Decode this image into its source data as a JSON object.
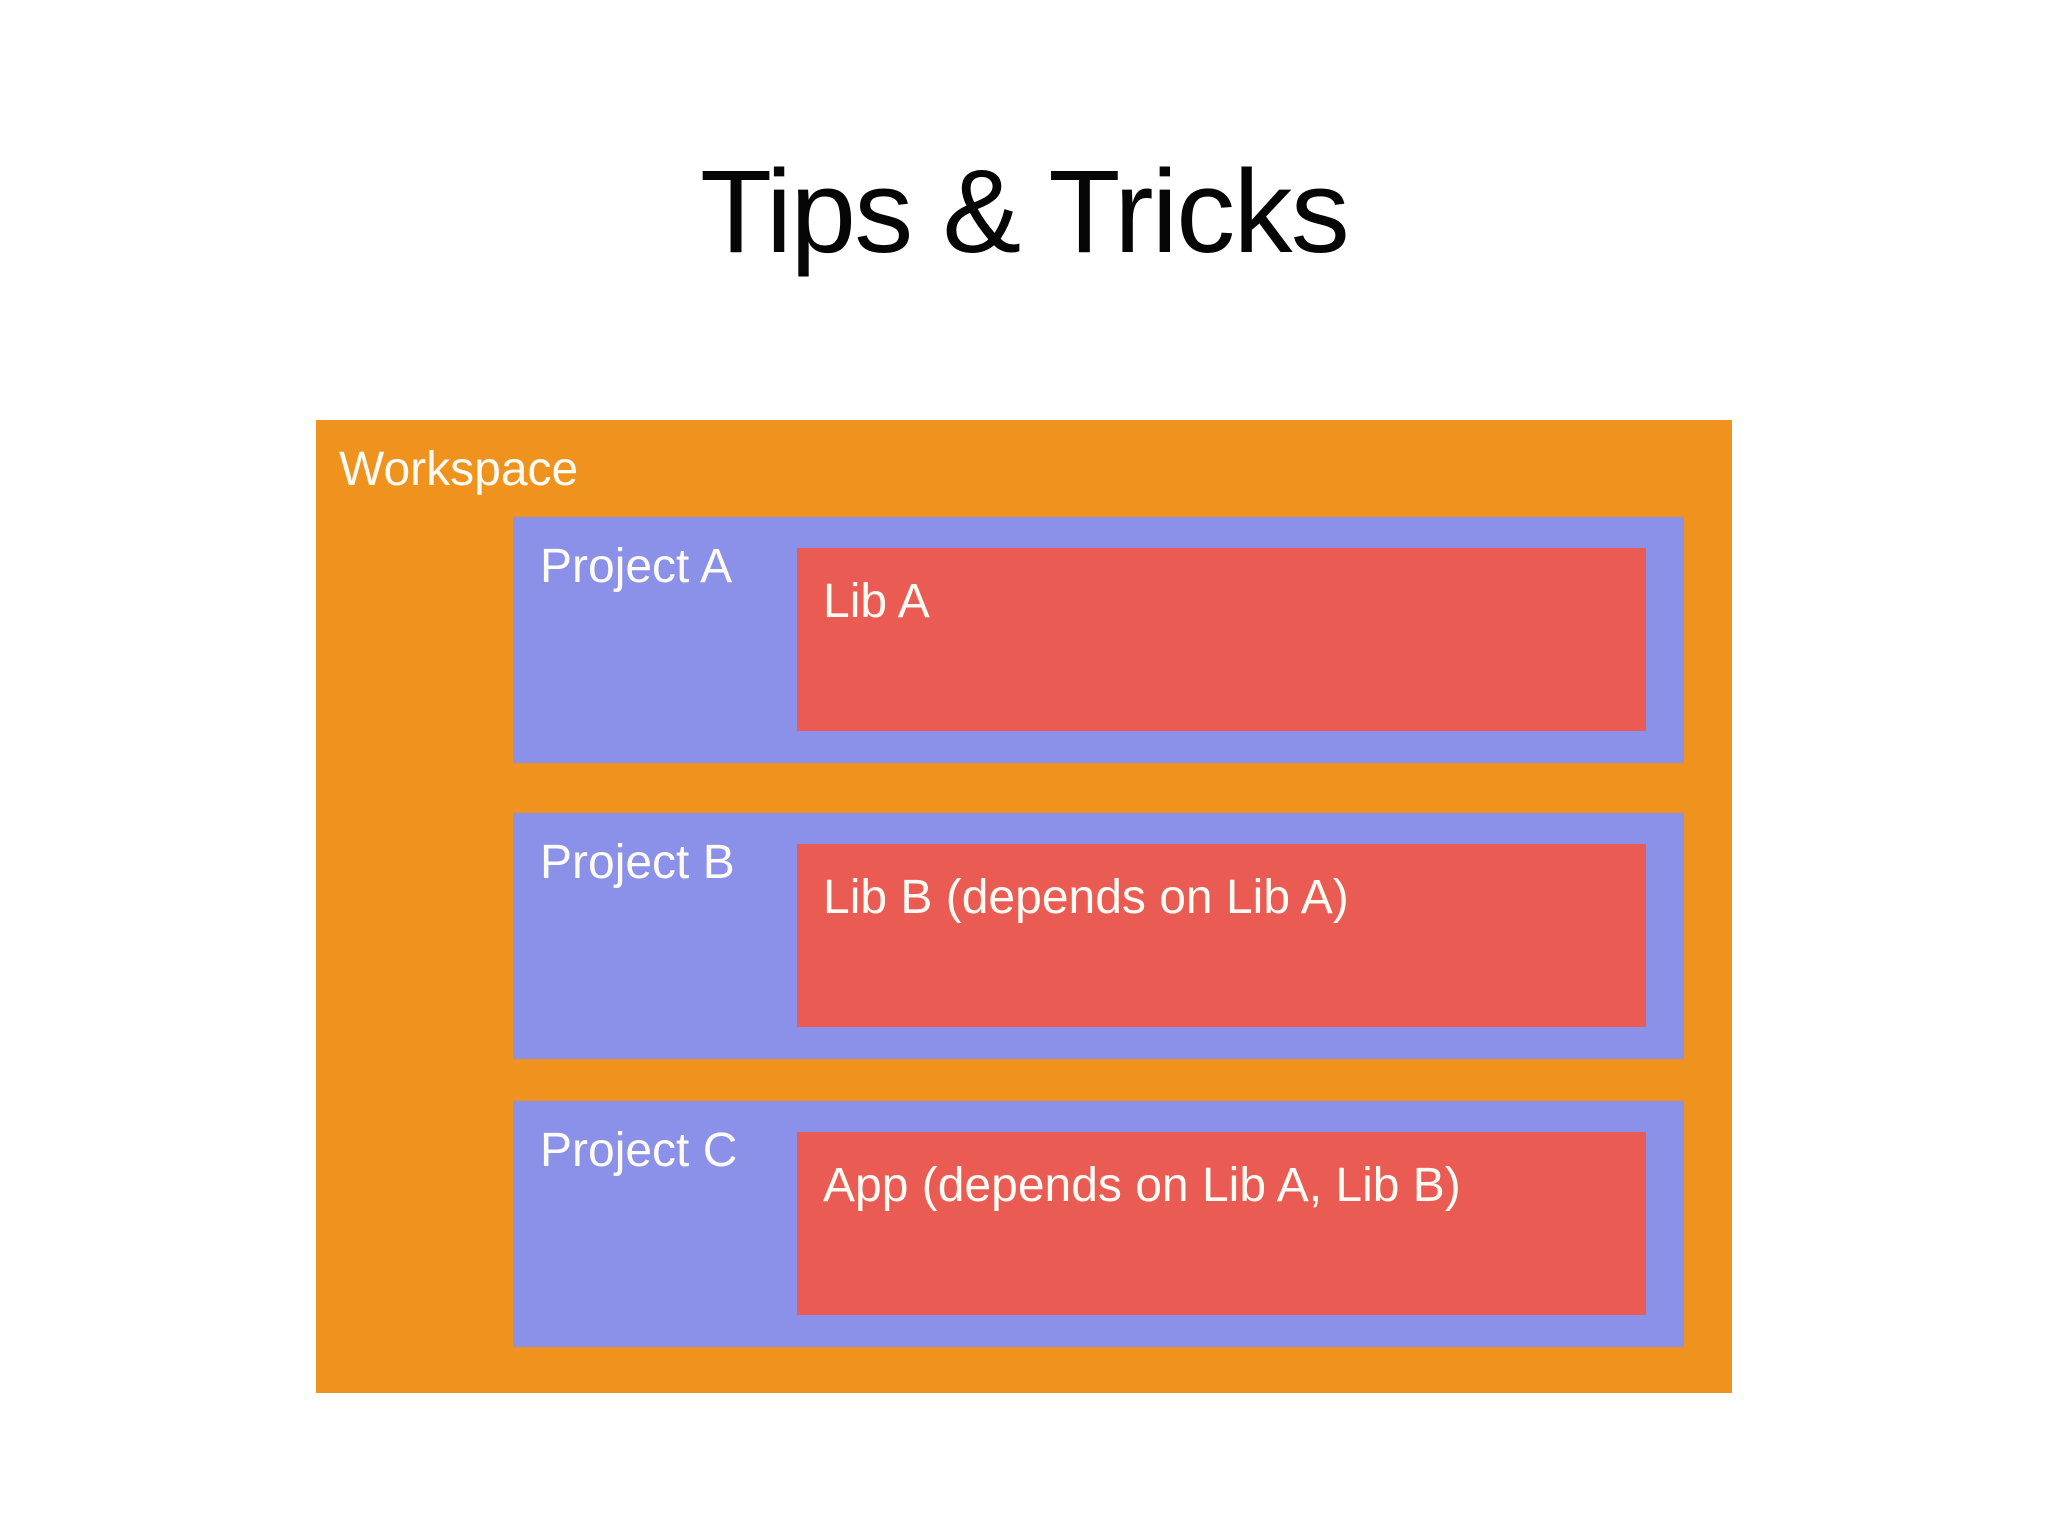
{
  "slide": {
    "title": "Tips & Tricks",
    "workspace": {
      "label": "Workspace",
      "projects": [
        {
          "label": "Project A",
          "item": "Lib A"
        },
        {
          "label": "Project B",
          "item": "Lib B (depends on Lib A)"
        },
        {
          "label": "Project C",
          "item": "App (depends on Lib A, Lib B)"
        }
      ]
    },
    "colors": {
      "page_bg": "#ffffff",
      "title_color": "#050505",
      "workspace_bg": "#f0921e",
      "project_bg": "#8b90e8",
      "item_bg": "#e95b53",
      "label_color": "#fcfbf4"
    }
  }
}
